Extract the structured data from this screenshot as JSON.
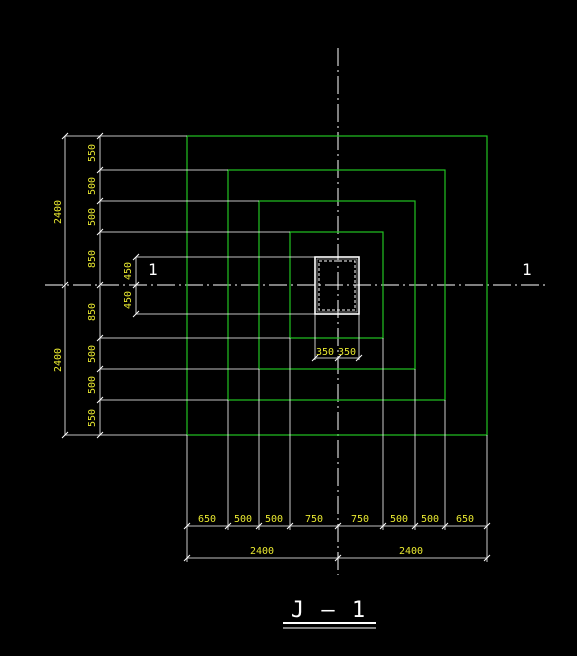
{
  "drawing": {
    "title": "J — 1",
    "section_mark_left": "1",
    "section_mark_right": "1"
  },
  "dims": {
    "bottom_row": [
      "650",
      "500",
      "500",
      "750",
      "750",
      "500",
      "500",
      "650"
    ],
    "bottom_total": [
      "2400",
      "2400"
    ],
    "left_column": [
      "550",
      "500",
      "500",
      "850",
      "850",
      "500",
      "500",
      "550"
    ],
    "left_total": [
      "2400",
      "2400"
    ],
    "column_half_width": [
      "350",
      "350"
    ],
    "column_half_depth": [
      "450",
      "450"
    ]
  },
  "colors": {
    "background": "#000000",
    "step_outline": "#22c322",
    "dim_text": "#e8e830",
    "dim_line": "#ffffff",
    "column": "#ffffff"
  }
}
